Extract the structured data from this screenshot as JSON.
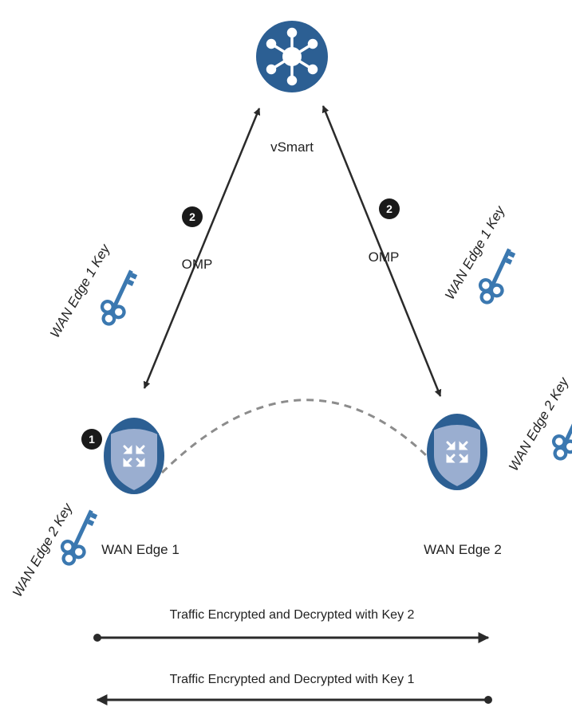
{
  "nodes": {
    "vsmart": {
      "label": "vSmart",
      "icon": "vsmart-hub-icon"
    },
    "edge1": {
      "label": "WAN Edge 1",
      "icon": "router-shield-icon"
    },
    "edge2": {
      "label": "WAN Edge 2",
      "icon": "router-shield-icon"
    }
  },
  "links": {
    "left": {
      "label": "OMP",
      "step": "2"
    },
    "right": {
      "label": "OMP",
      "step": "2"
    }
  },
  "keys": {
    "edge1_upper": {
      "label": "WAN Edge 1 Key",
      "icon": "key-icon"
    },
    "edge1_lower": {
      "label": "WAN Edge 2 Key",
      "icon": "key-icon",
      "step": "1"
    },
    "edge2_upper": {
      "label": "WAN Edge 1 Key",
      "icon": "key-icon"
    },
    "edge2_lower": {
      "label": "WAN Edge 2 Key",
      "icon": "key-icon"
    }
  },
  "traffic": [
    {
      "label": "Traffic Encrypted and Decrypted with Key 2",
      "direction": "right"
    },
    {
      "label": "Traffic Encrypted and Decrypted with Key 1",
      "direction": "left"
    }
  ],
  "colors": {
    "node_blue": "#2c5f93",
    "shield_fill": "#9aaed0",
    "key_blue": "#3b78b0",
    "arrow": "#2a2a2a",
    "badge": "#1a1a1a",
    "dashed_tunnel": "#8c8c8c"
  }
}
